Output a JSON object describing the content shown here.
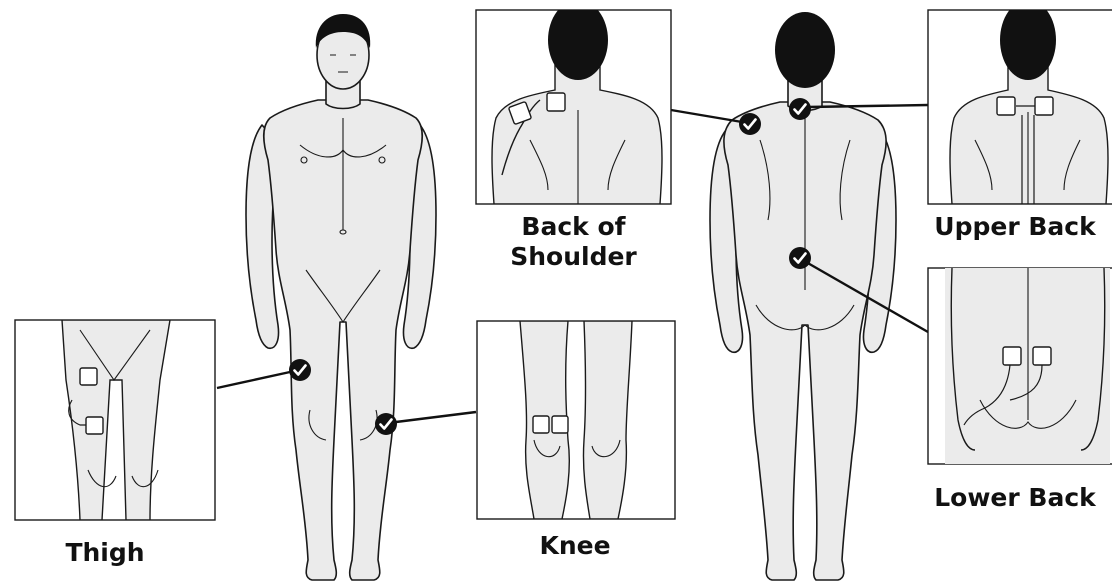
{
  "labels": {
    "back_of_shoulder": "Back of Shoulder",
    "back_of_shoulder_line1": "Back of",
    "back_of_shoulder_line2": "Shoulder",
    "upper_back": "Upper Back",
    "lower_back": "Lower Back",
    "thigh": "Thigh",
    "knee": "Knee"
  },
  "colors": {
    "skin": "#ebebeb",
    "outline": "#1a1a1a",
    "hair": "#111111",
    "marker": "#111111",
    "marker_check": "#ffffff",
    "pad": "#ffffff"
  },
  "icons": {
    "marker": "checkmark-circle-icon",
    "pad": "electrode-pad-icon"
  }
}
